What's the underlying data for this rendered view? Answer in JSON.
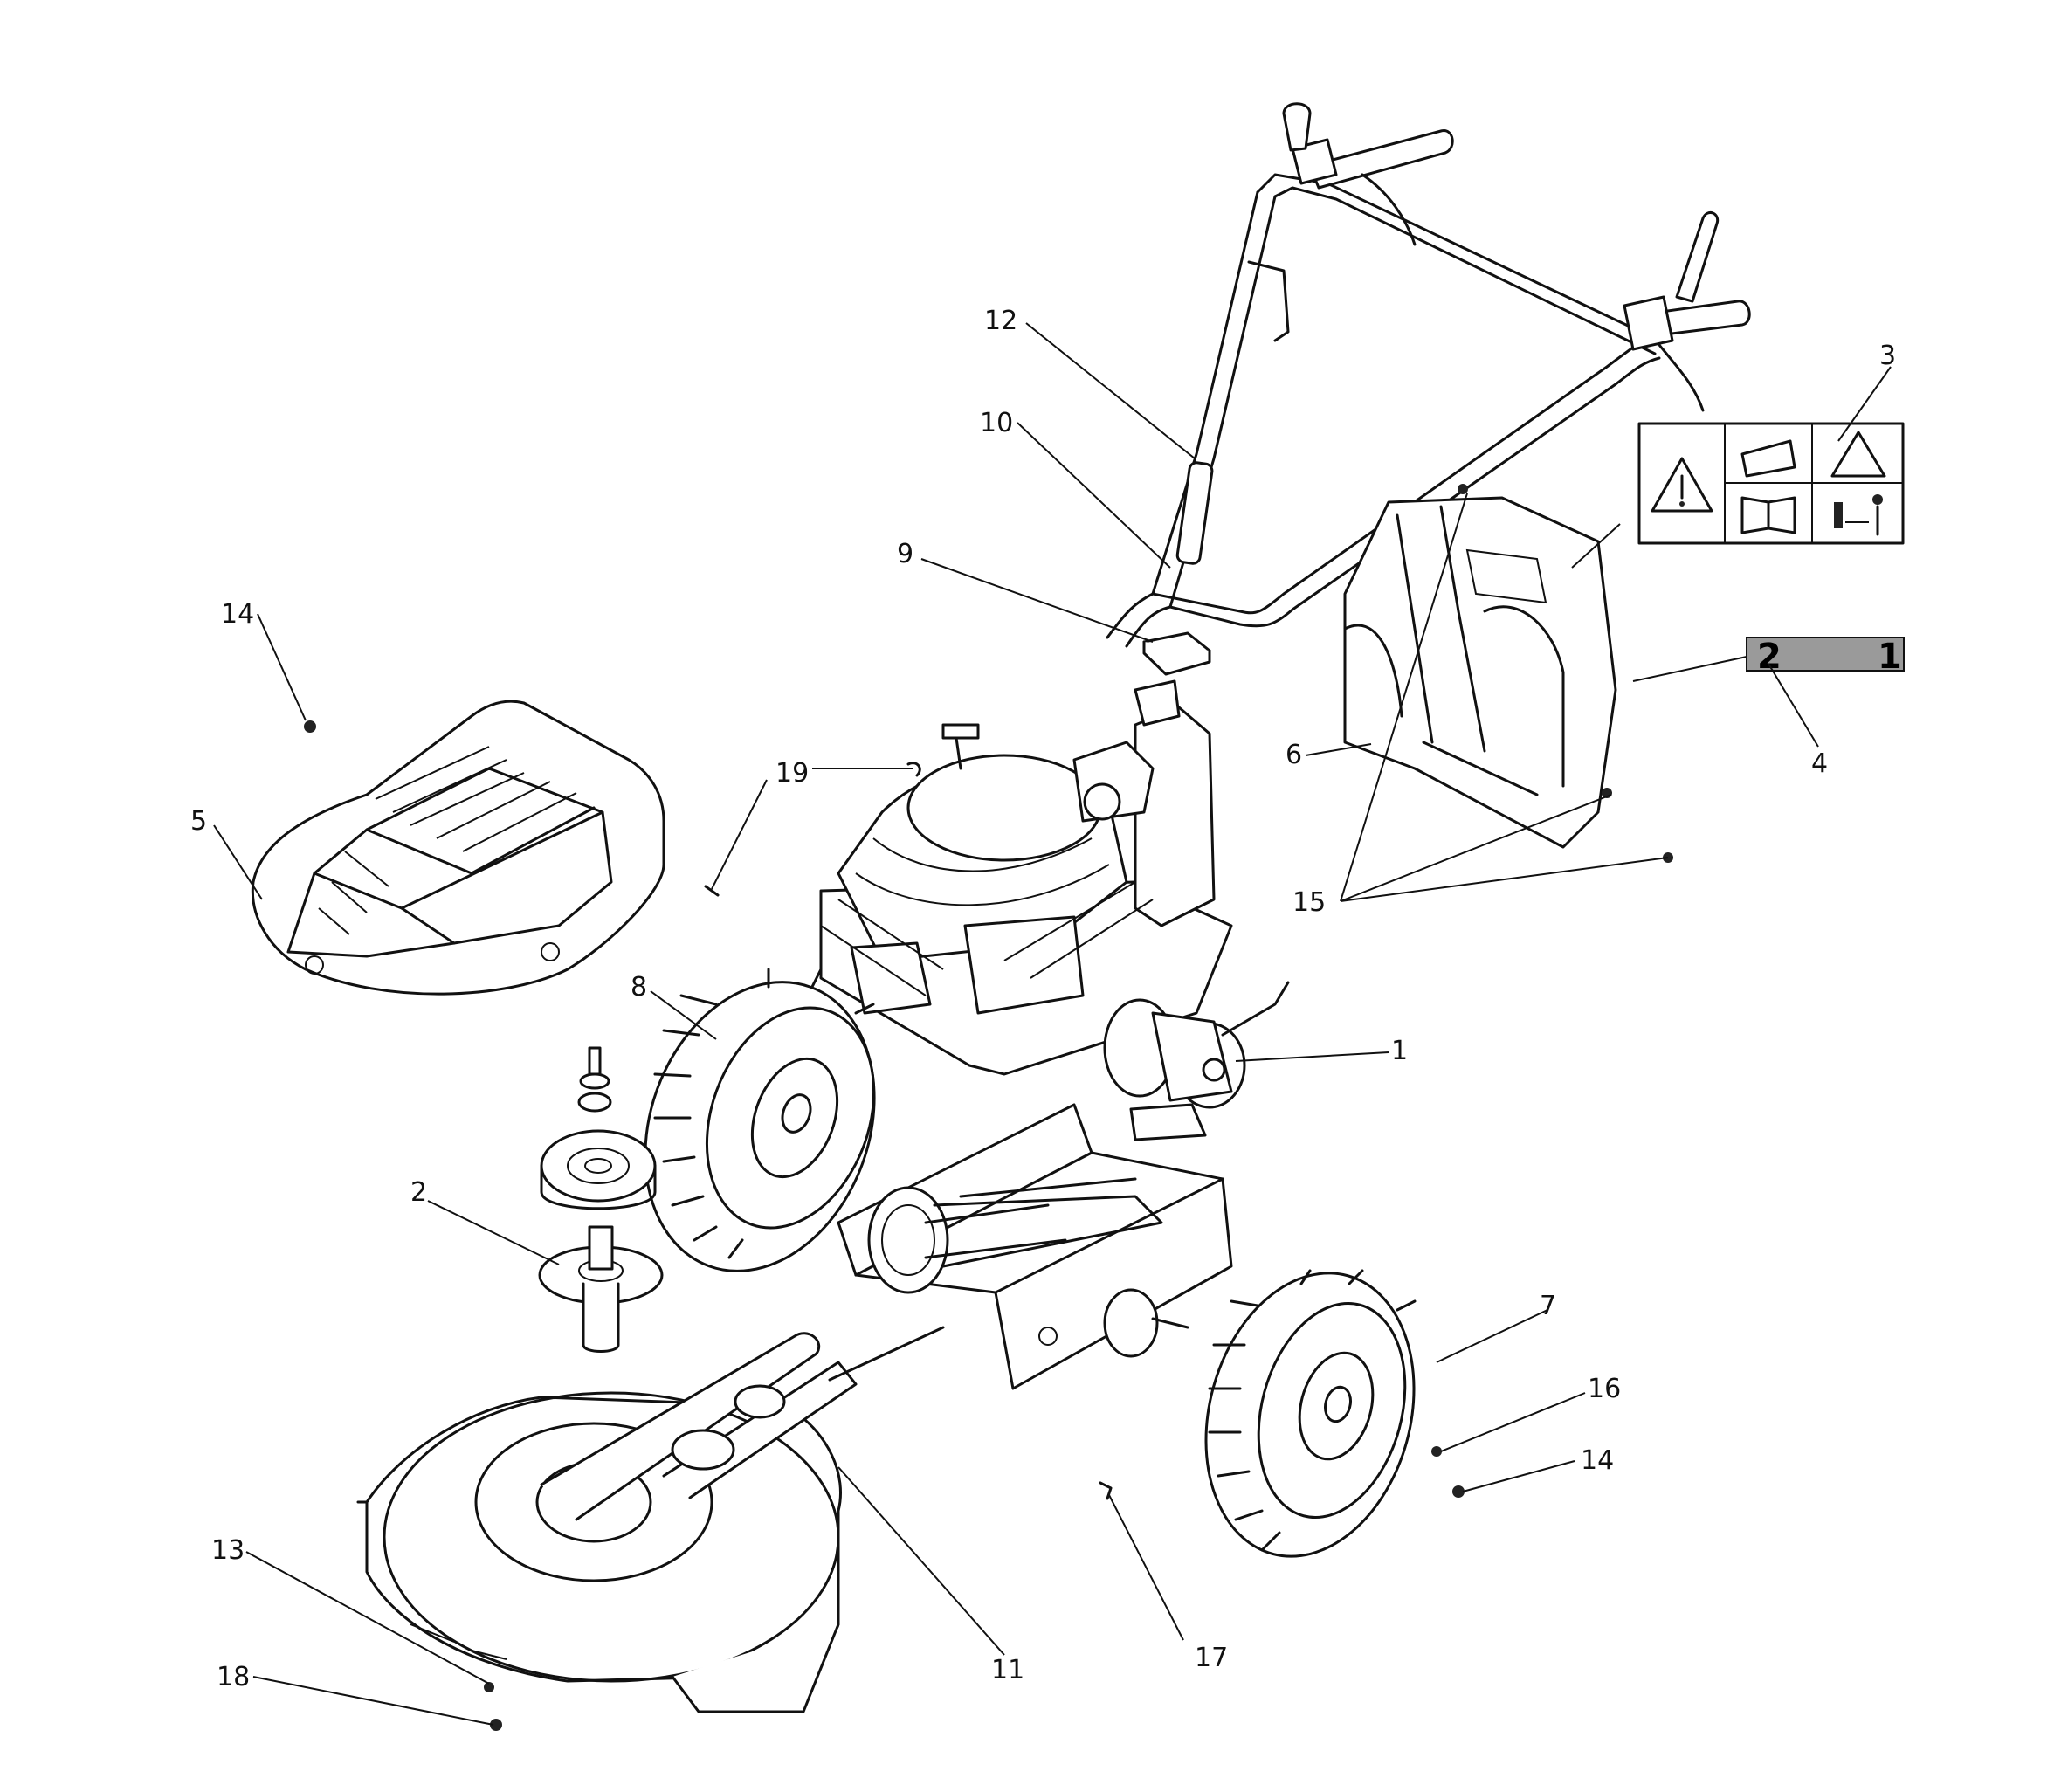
{
  "callouts": {
    "c1": "1",
    "c2": "2",
    "c3": "3",
    "c4": "4",
    "c5": "5",
    "c6": "6",
    "c7": "7",
    "c8": "8",
    "c9": "9",
    "c10": "10",
    "c11": "11",
    "c12": "12",
    "c13": "13",
    "c14a": "14",
    "c14b": "14",
    "c15": "15",
    "c16": "16",
    "c17": "17",
    "c18": "18",
    "c19": "19"
  },
  "decal": {
    "left": "2",
    "right": "1"
  },
  "colors": {
    "line": "#111111",
    "background": "#ffffff",
    "decal_shade": "#9a9a9a"
  }
}
